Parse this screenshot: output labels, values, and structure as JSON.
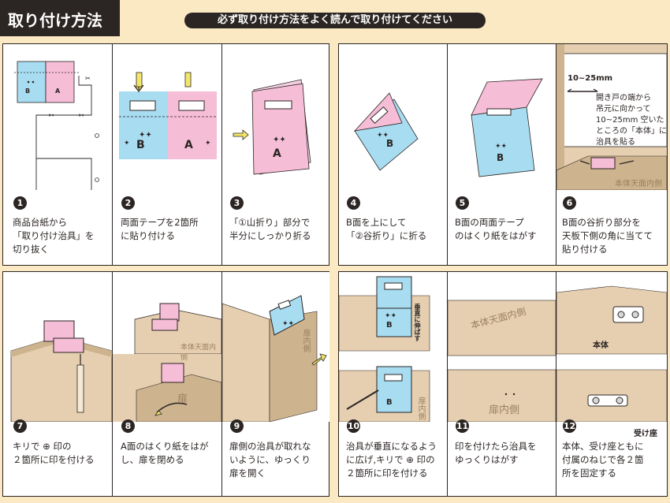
{
  "header": {
    "title": "取り付け方法",
    "subtitle": "必ず取り付け方法をよく読んで取り付けてください"
  },
  "colors": {
    "blue": "#a7dcf1",
    "pink": "#f6bdd7",
    "wood": "#e6cfb0",
    "wood_dark": "#cdb38e",
    "arrow": "#f3e768",
    "ink": "#2b2523"
  },
  "steps": [
    {
      "num": "1",
      "caption": "商品台紙から\n「取り付け治具」を\n切り抜く"
    },
    {
      "num": "2",
      "caption": "両面テープを2箇所\nに貼り付ける"
    },
    {
      "num": "3",
      "caption": "「①山折り」部分で\n半分にしっかり折る"
    },
    {
      "num": "4",
      "caption": "B面を上にして\n「②谷折り」に折る"
    },
    {
      "num": "5",
      "caption": "B面の両面テープ\nのはくり紙をはがす"
    },
    {
      "num": "6",
      "caption": "B面の谷折り部分を\n天板下側の角に当てて\n貼り付ける"
    },
    {
      "num": "7",
      "caption": "キリで ⊕ 印の\n２箇所に印を付ける"
    },
    {
      "num": "8",
      "caption": "A面のはくり紙をはが\nし、扉を閉める"
    },
    {
      "num": "9",
      "caption": "扉側の治具が取れな\nいように、ゆっくり\n扉を開く"
    },
    {
      "num": "10",
      "caption": "治具が垂直になるよう\nに広げ,キリで ⊕ 印の\n２箇所に印を付ける"
    },
    {
      "num": "11",
      "caption": "印を付けたら治具を\nゆっくりはがす"
    },
    {
      "num": "12",
      "caption": "本体、受け座ともに\n付属のねじで各２箇\n所を固定する"
    }
  ],
  "labels": {
    "b_face": "B面",
    "a_face": "A面",
    "measure": "10~25mm",
    "step6_note": "開き戸の端から\n吊元に向かって\n10~25mm 空いた\nところの「本体」に\n治具を貼る",
    "ceiling_inside": "本体天面内側",
    "door_inside": "扉内側",
    "door": "扉",
    "vertical_label": "垂直に伸ばす",
    "body": "本体",
    "receiver": "受け座"
  }
}
